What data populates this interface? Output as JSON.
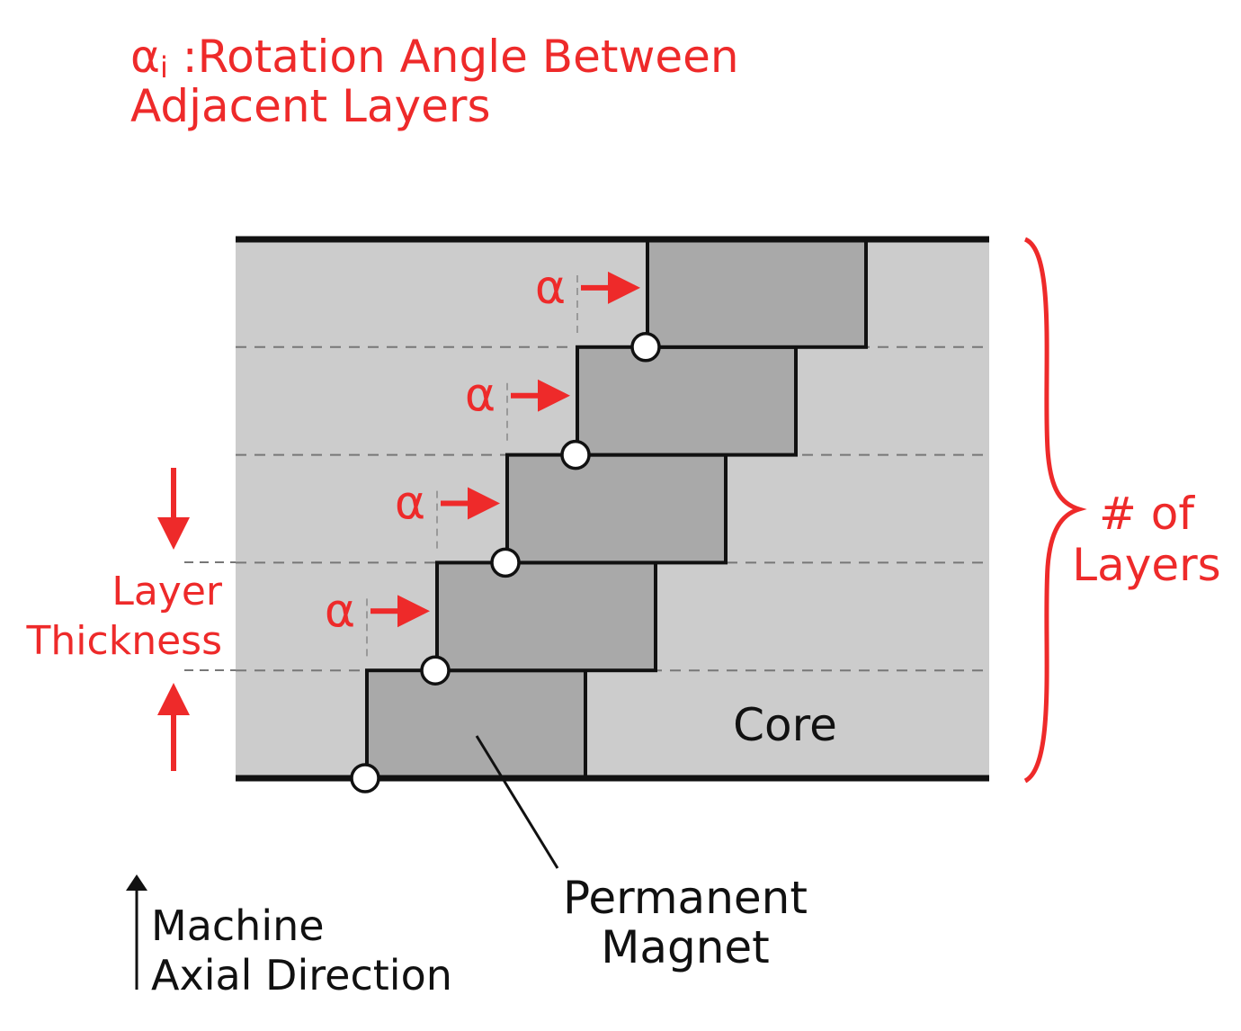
{
  "title": {
    "symbol": "α",
    "subscript": "i",
    "line1": " :Rotation Angle Between",
    "line2": "Adjacent Layers"
  },
  "alpha_label": "α",
  "layers": 5,
  "labels": {
    "layer_thickness_1": "Layer",
    "layer_thickness_2": "Thickness",
    "num_layers_1": "# of",
    "num_layers_2": "Layers",
    "core": "Core",
    "magnet_1": "Permanent",
    "magnet_2": "Magnet",
    "axial_1": "Machine",
    "axial_2": "Axial Direction"
  },
  "colors": {
    "accent": "#ee2a2a",
    "core": "#cccccc",
    "magnet": "#a9a9a9"
  }
}
